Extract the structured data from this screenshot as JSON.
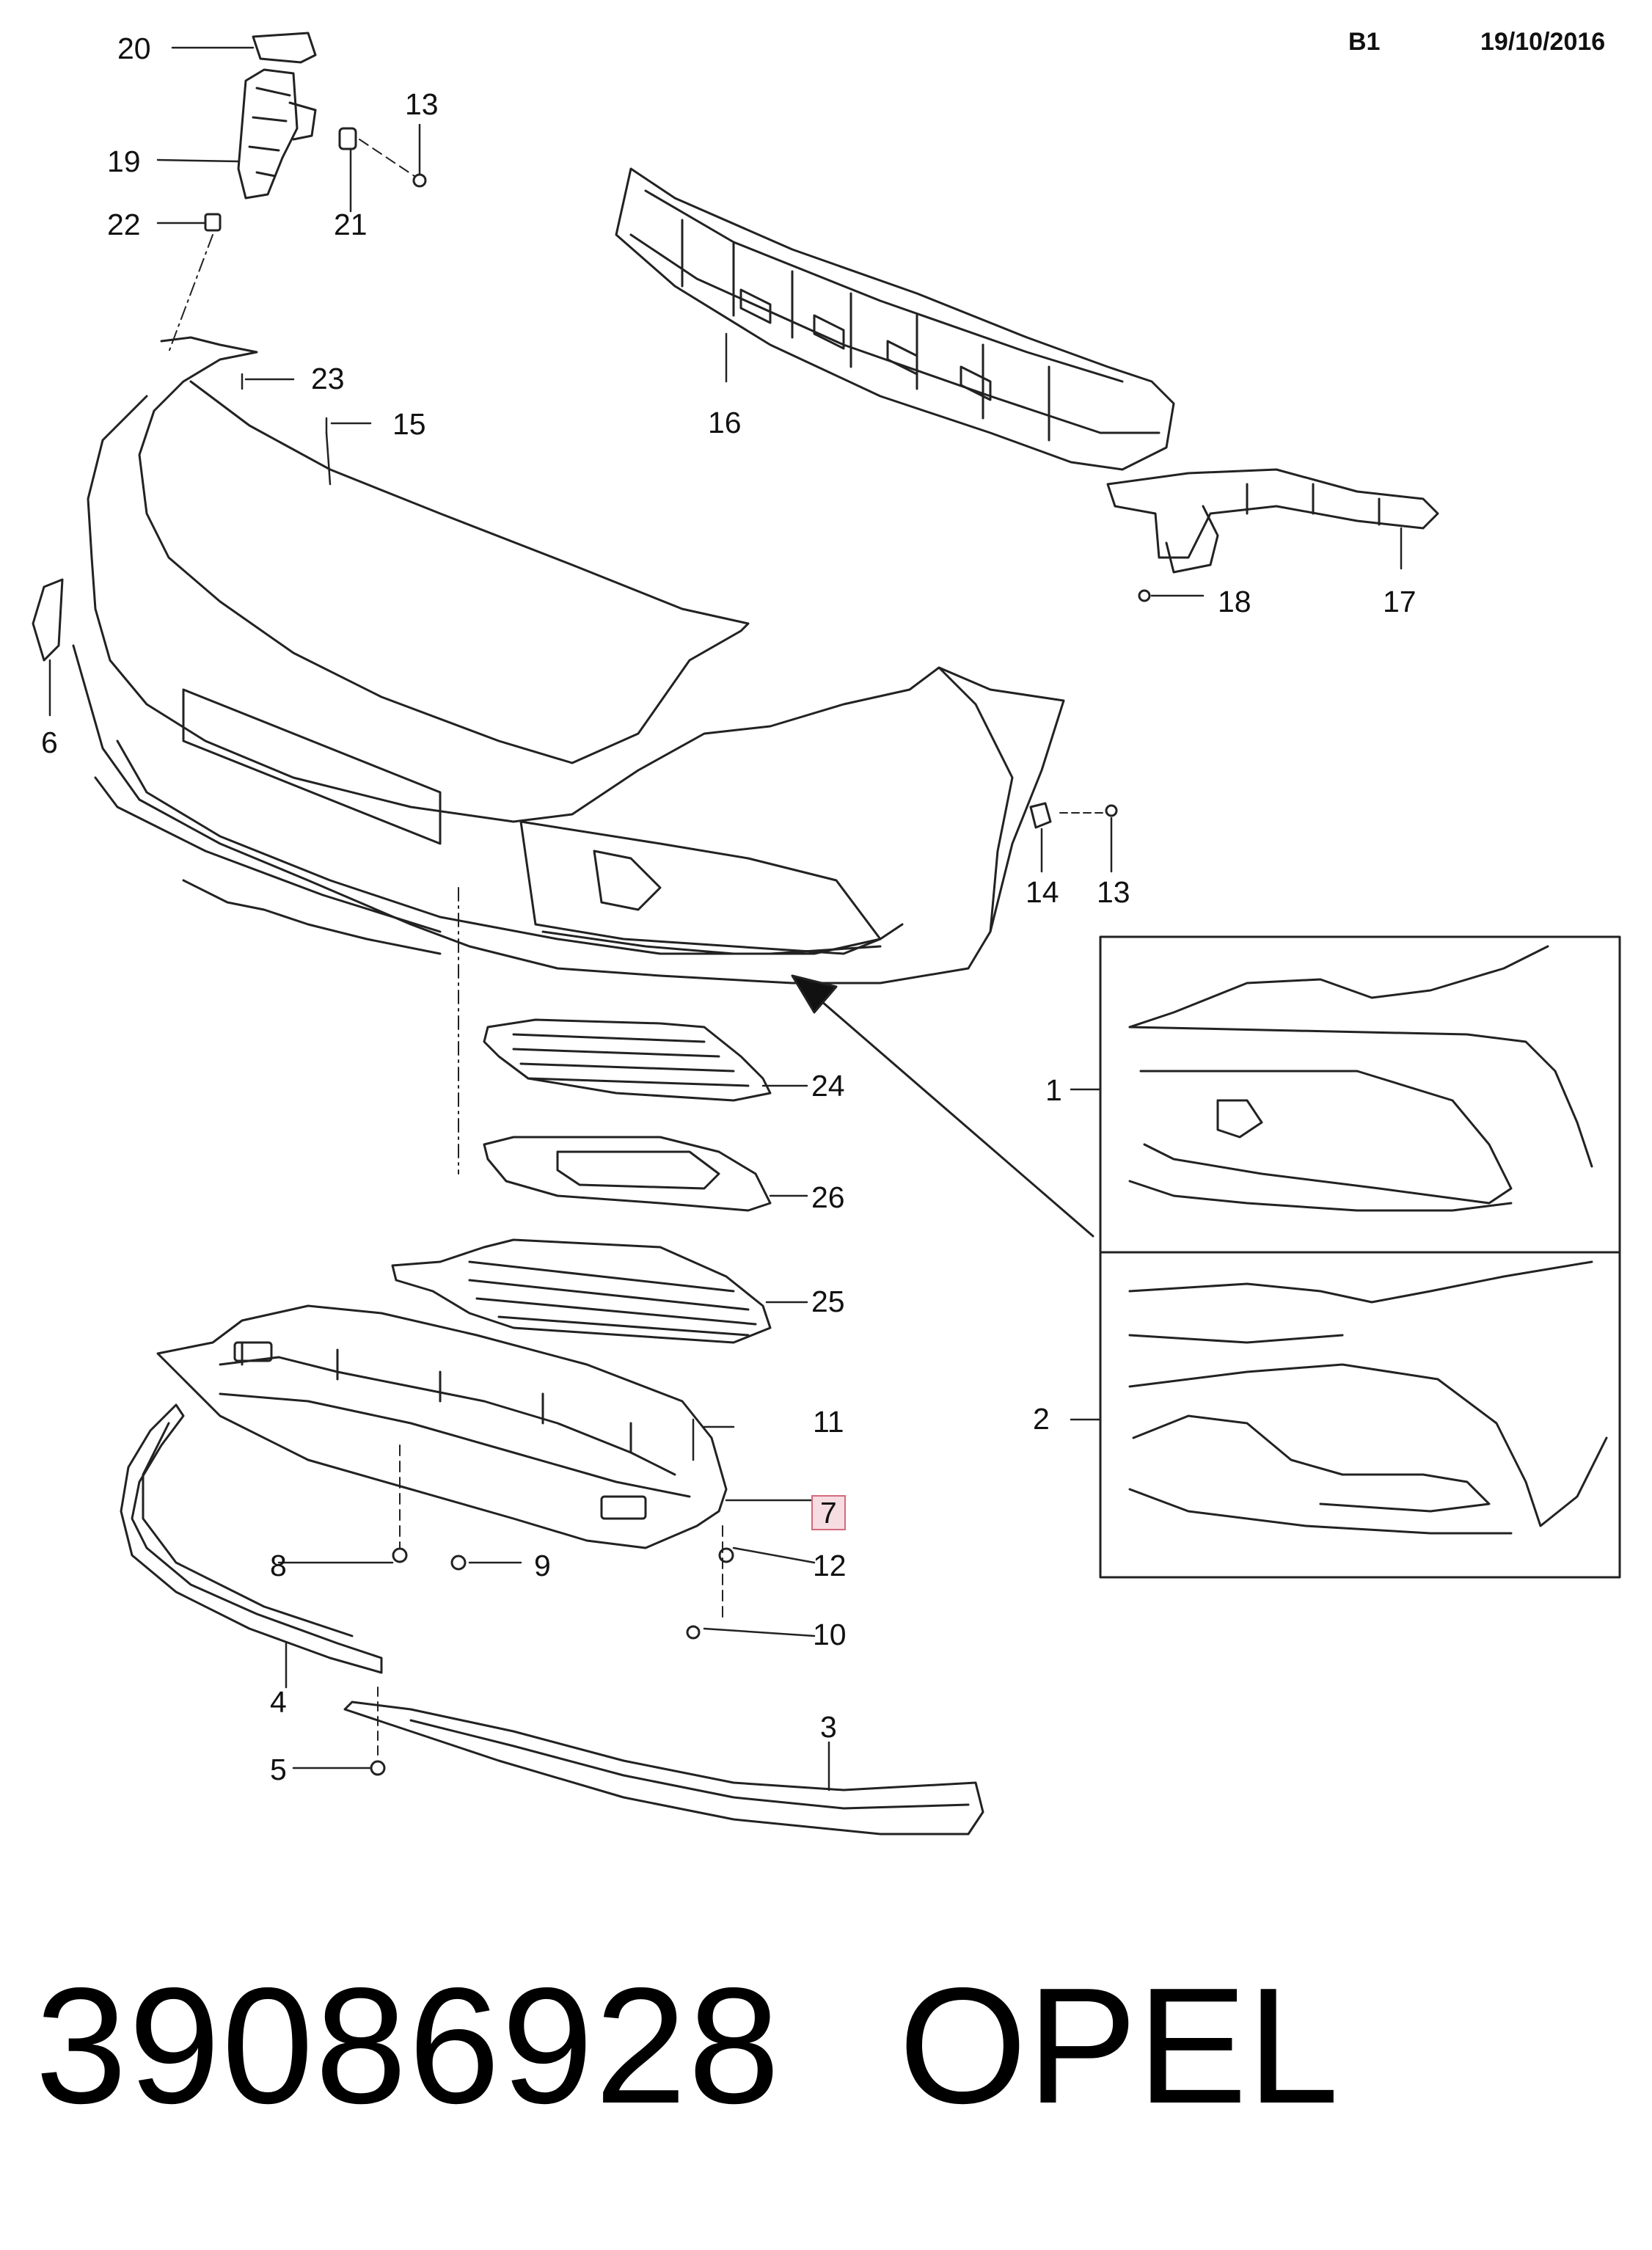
{
  "header": {
    "sheet": "B1",
    "date": "19/10/2016"
  },
  "callouts": [
    {
      "id": "c20",
      "text": "20"
    },
    {
      "id": "c13a",
      "text": "13"
    },
    {
      "id": "c19",
      "text": "19"
    },
    {
      "id": "c21",
      "text": "21"
    },
    {
      "id": "c22",
      "text": "22"
    },
    {
      "id": "c23",
      "text": "23"
    },
    {
      "id": "c15",
      "text": "15"
    },
    {
      "id": "c16",
      "text": "16"
    },
    {
      "id": "c18",
      "text": "18"
    },
    {
      "id": "c17",
      "text": "17"
    },
    {
      "id": "c6",
      "text": "6"
    },
    {
      "id": "c14",
      "text": "14"
    },
    {
      "id": "c13b",
      "text": "13"
    },
    {
      "id": "c24",
      "text": "24"
    },
    {
      "id": "c26",
      "text": "26"
    },
    {
      "id": "c25",
      "text": "25"
    },
    {
      "id": "c11",
      "text": "11"
    },
    {
      "id": "c7",
      "text": "7",
      "highlighted": true
    },
    {
      "id": "c8",
      "text": "8"
    },
    {
      "id": "c9",
      "text": "9"
    },
    {
      "id": "c12",
      "text": "12"
    },
    {
      "id": "c10",
      "text": "10"
    },
    {
      "id": "c4",
      "text": "4"
    },
    {
      "id": "c3",
      "text": "3"
    },
    {
      "id": "c5",
      "text": "5"
    },
    {
      "id": "c1",
      "text": "1"
    },
    {
      "id": "c2",
      "text": "2"
    }
  ],
  "highlight_color": "#f6dde2",
  "footer": {
    "part_number": "39086928",
    "brand": "OPEL"
  }
}
